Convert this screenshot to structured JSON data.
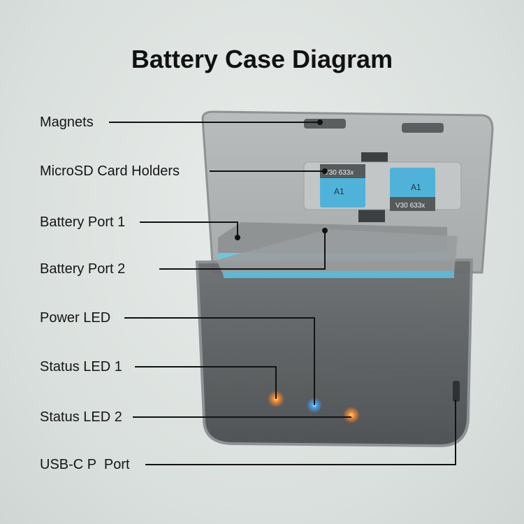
{
  "title": "Battery Case Diagram",
  "labels": [
    {
      "id": "magnets",
      "text": "Magnets"
    },
    {
      "id": "microsd-card-holders",
      "text": "MicroSD Card Holders"
    },
    {
      "id": "battery-port-1",
      "text": "Battery Port 1"
    },
    {
      "id": "battery-port-2",
      "text": "Battery Port 2"
    },
    {
      "id": "power-led",
      "text": "Power LED"
    },
    {
      "id": "status-led-1",
      "text": "Status LED 1"
    },
    {
      "id": "status-led-2",
      "text": "Status LED 2"
    },
    {
      "id": "usb-c-port",
      "text": "USB-C P  Port"
    }
  ],
  "sd_card": {
    "speed": "V30  633x",
    "class": "A1"
  },
  "colors": {
    "power_led": "#3aa6ff",
    "status_led": "#ff8a2a",
    "sd_card": "#4fb3d9",
    "leader_line": "#111111"
  }
}
